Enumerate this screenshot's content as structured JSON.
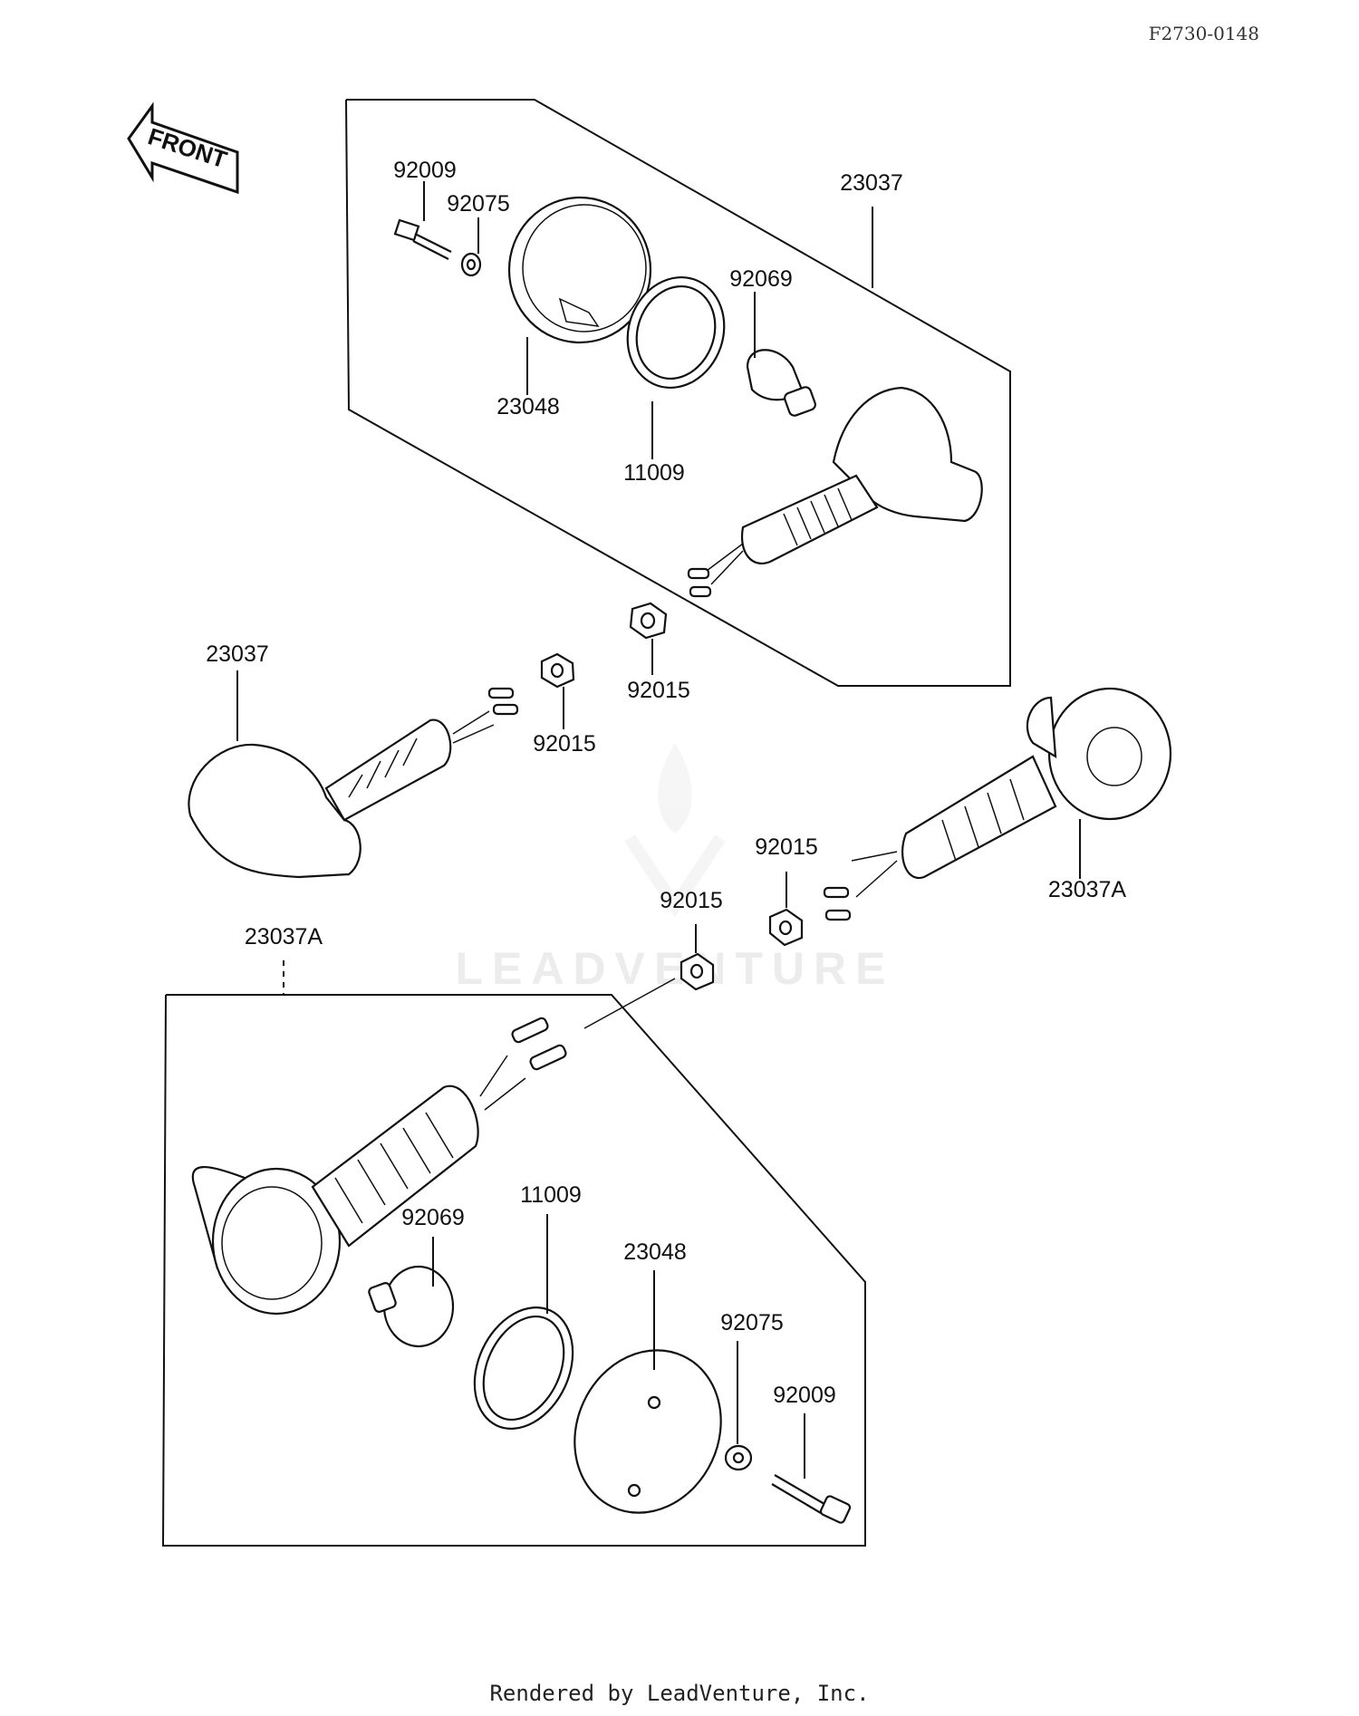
{
  "diagram_id": "F2730-0148",
  "front_label": "FRONT",
  "watermark": "LEADVENTURE",
  "footer": "Rendered by LeadVenture, Inc.",
  "labels": {
    "p1": "92009",
    "p2": "92075",
    "p3": "23037",
    "p4": "92069",
    "p5": "23048",
    "p6": "11009",
    "p7": "92015",
    "p8": "23037",
    "p9": "92015",
    "p10": "92015",
    "p11": "23037A",
    "p12": "92015",
    "p13": "23037A",
    "p14": "92069",
    "p15": "11009",
    "p16": "23048",
    "p17": "92075",
    "p18": "92009"
  }
}
